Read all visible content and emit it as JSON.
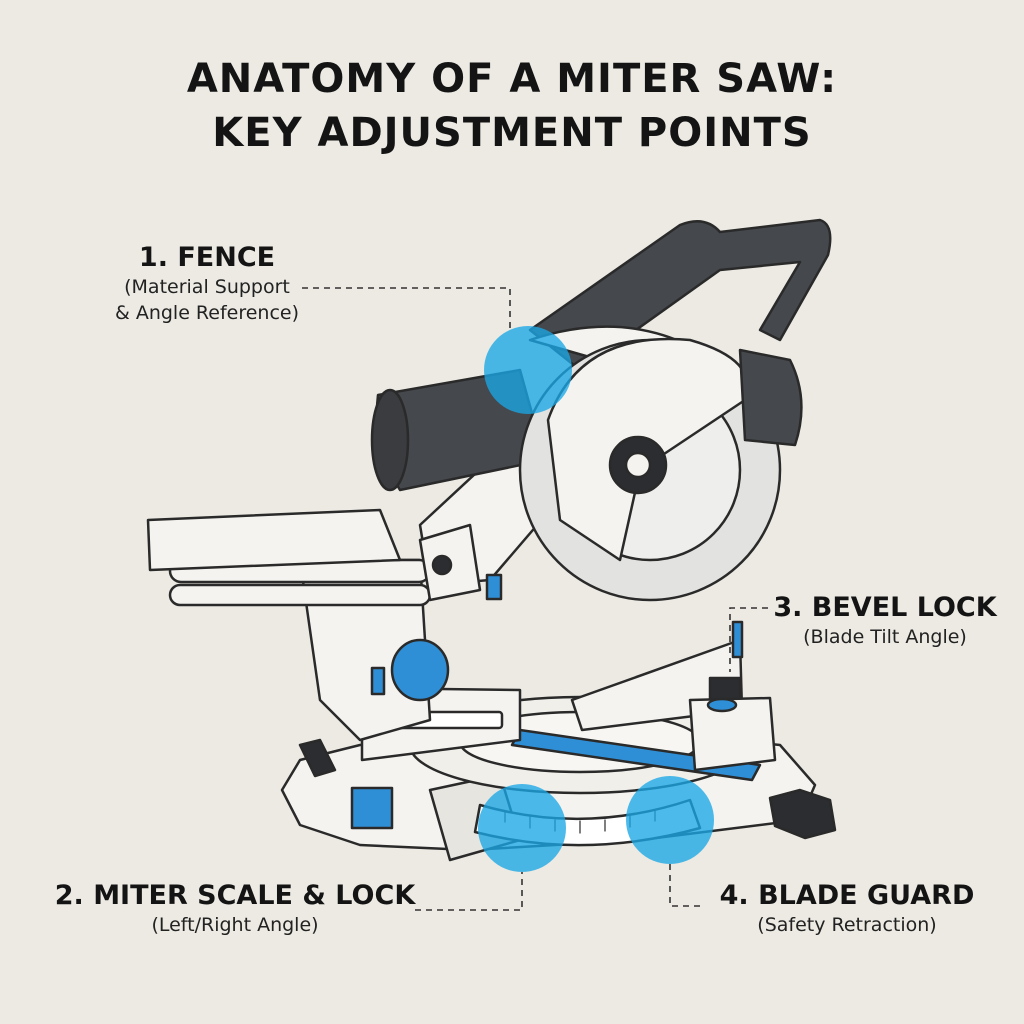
{
  "title": {
    "line1": "ANATOMY OF A MITER SAW:",
    "line2": "KEY ADJUSTMENT POINTS"
  },
  "callouts": [
    {
      "name": "1. FENCE",
      "desc_line1": "(Material Support",
      "desc_line2": "& Angle Reference)"
    },
    {
      "name": "2. MITER SCALE & LOCK",
      "desc_line1": "(Left/Right Angle)"
    },
    {
      "name": "3. BEVEL LOCK",
      "desc_line1": "(Blade Tilt Angle)"
    },
    {
      "name": "4. BLADE GUARD",
      "desc_line1": "(Safety Retraction)"
    }
  ],
  "colors": {
    "background": "#eceae3",
    "highlight": "#1aa7e6",
    "accent": "#2f8fd6",
    "body": "#f4f3ef",
    "outline": "#2a2a2a",
    "motor": "#45484c"
  }
}
